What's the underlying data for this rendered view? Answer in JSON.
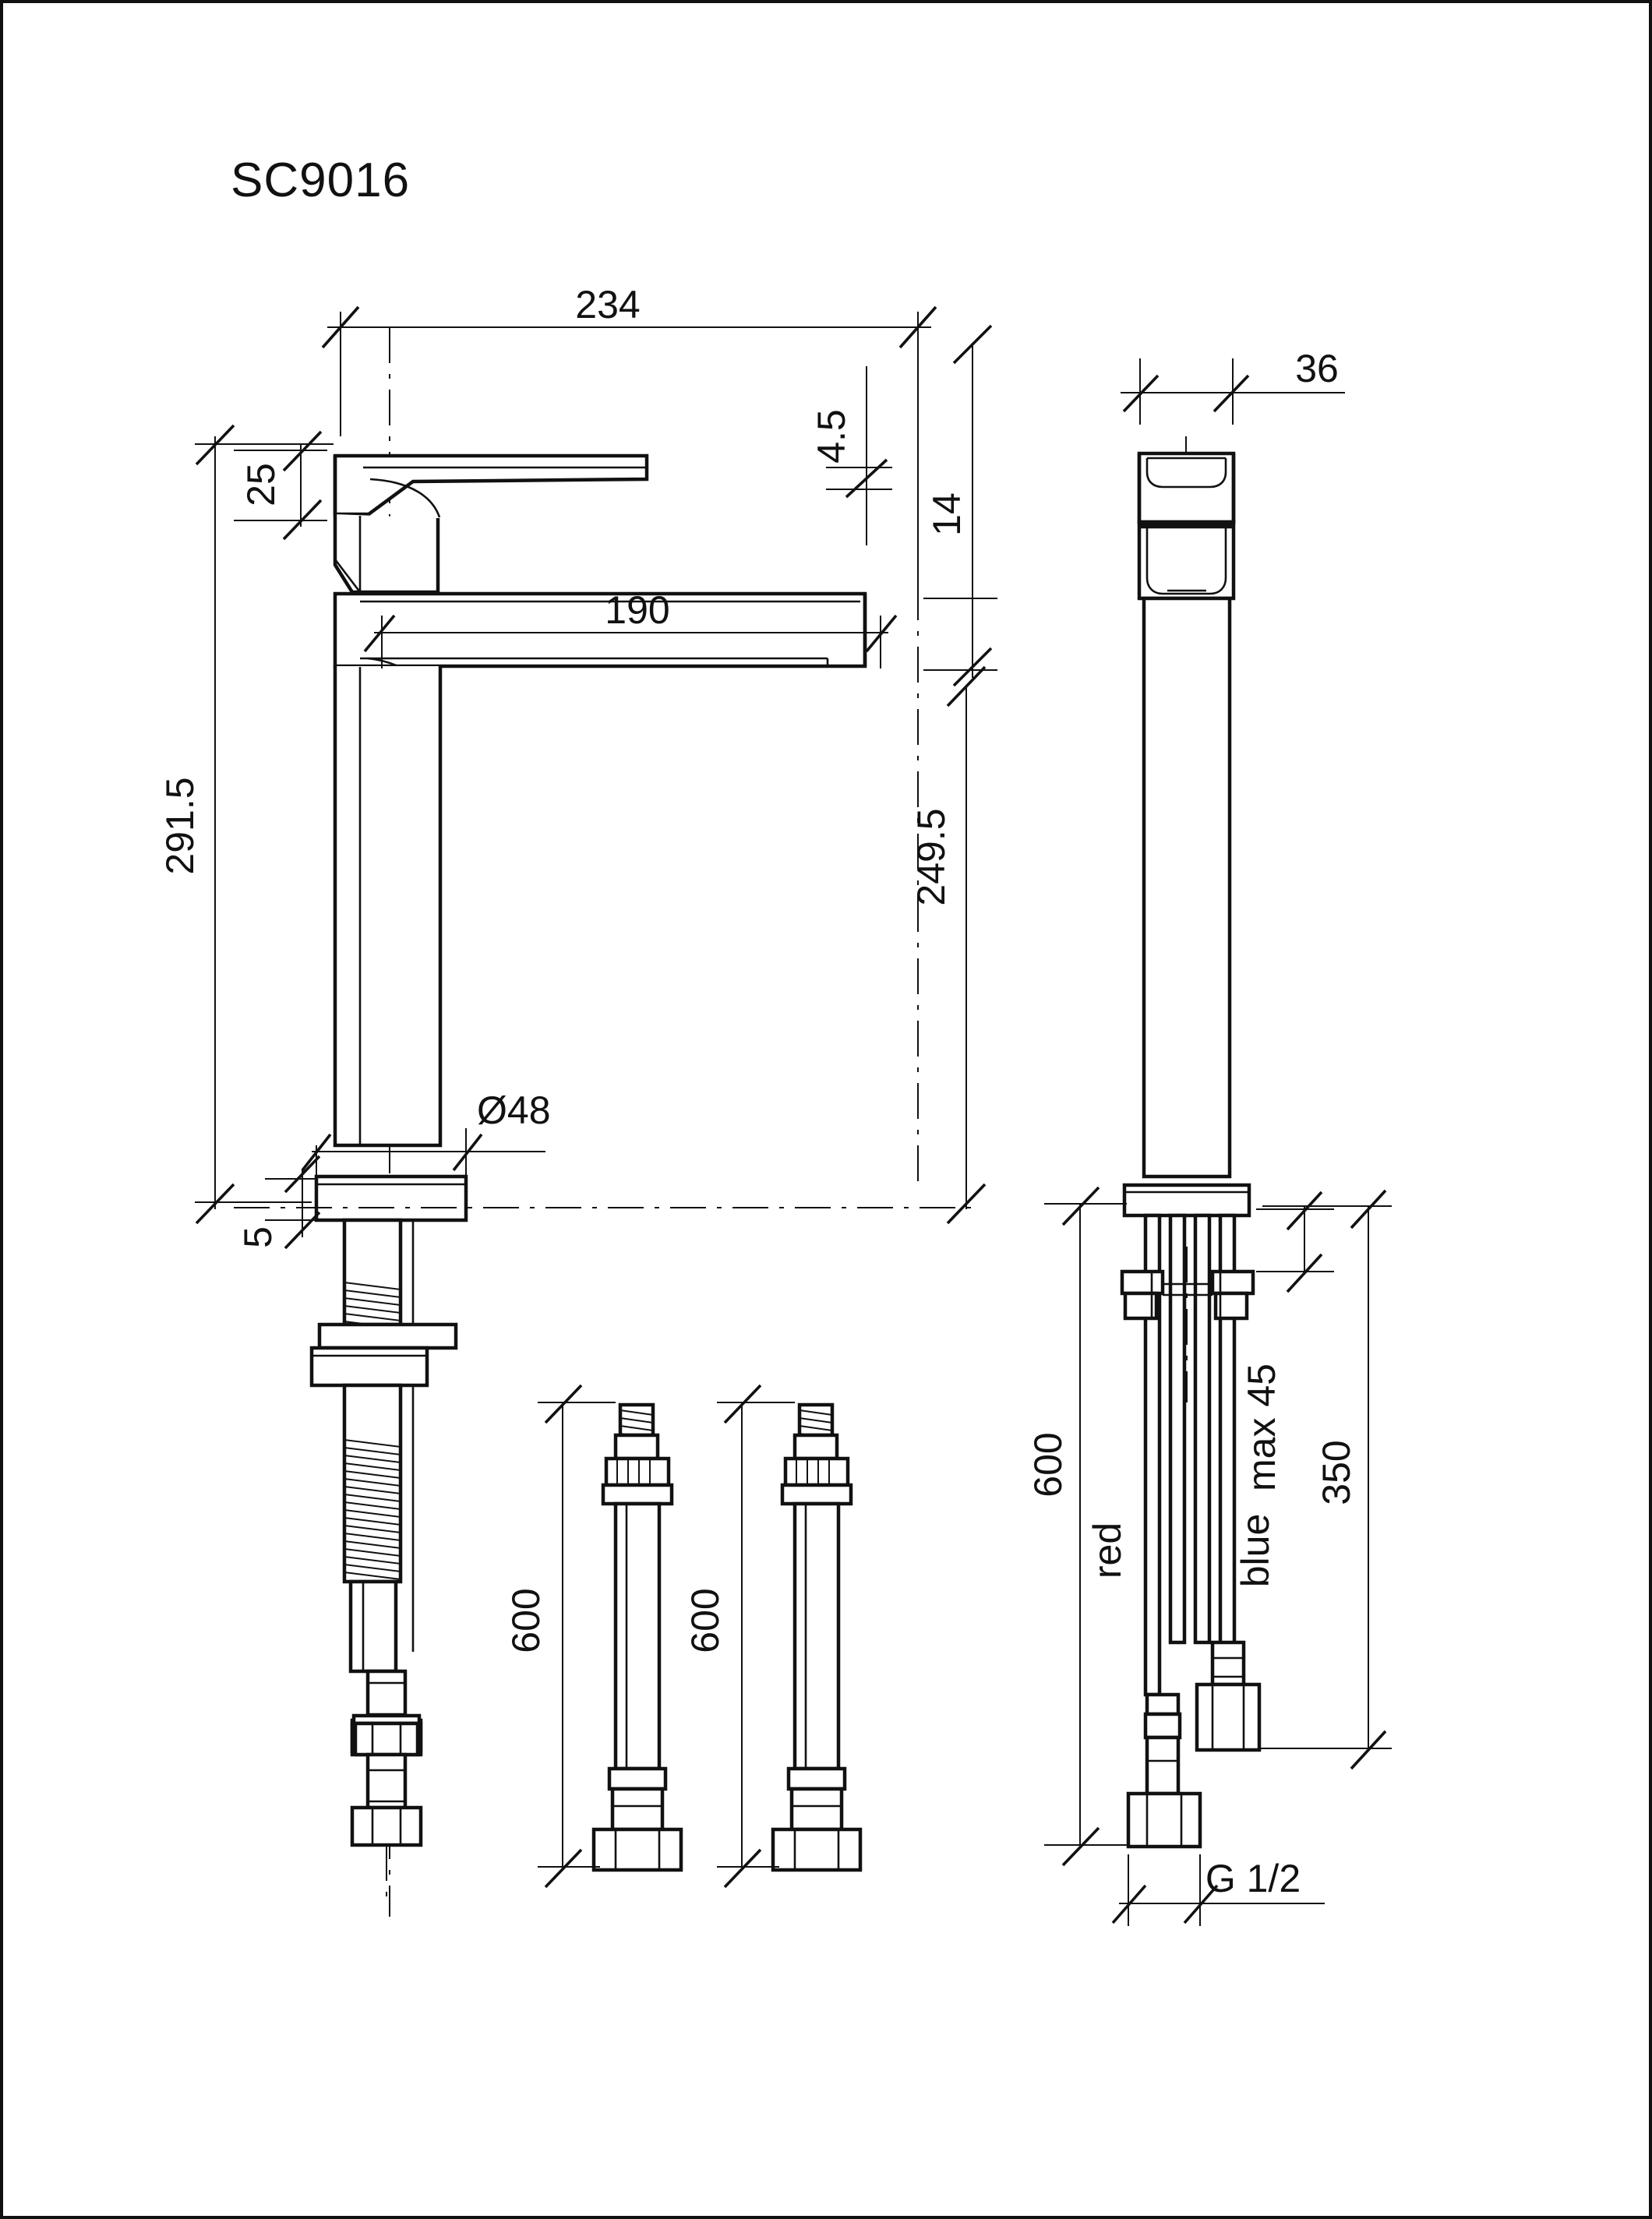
{
  "drawing": {
    "title": "SC9016",
    "type": "technical-dimension-drawing",
    "product": "single-lever tall basin mixer",
    "units": "mm",
    "line_color": "#111111",
    "background_color": "#ffffff"
  },
  "views": {
    "front": {
      "name": "front-elevation"
    },
    "side": {
      "name": "side-elevation"
    },
    "hoses": {
      "name": "supply-hose-details"
    }
  },
  "dimensions": {
    "front_overall_width": "234",
    "spout_reach": "190",
    "lever_height": "25",
    "spout_tip_thickness": "4.5",
    "spout_body_height": "14",
    "total_height": "291.5",
    "spout_height": "249.5",
    "base_diameter": "Ø48",
    "base_plate_thickness": "5",
    "side_width": "36",
    "hose_length_left": "600",
    "hose_length_right": "600",
    "supply_length": "600",
    "max_counter_thickness": "max 45",
    "mount_to_connection": "350",
    "thread_size": "G 1/2",
    "hot_label": "red",
    "cold_label": "blue"
  },
  "labels": [
    {
      "id": "d-234",
      "text": "234",
      "orientation": "horizontal"
    },
    {
      "id": "d-190",
      "text": "190",
      "orientation": "horizontal"
    },
    {
      "id": "d-25",
      "text": "25",
      "orientation": "vertical"
    },
    {
      "id": "d-45",
      "text": "4.5",
      "orientation": "vertical"
    },
    {
      "id": "d-14",
      "text": "14",
      "orientation": "vertical"
    },
    {
      "id": "d-2915",
      "text": "291.5",
      "orientation": "vertical"
    },
    {
      "id": "d-2495",
      "text": "249.5",
      "orientation": "vertical"
    },
    {
      "id": "d-d48",
      "text": "Ø48",
      "orientation": "horizontal"
    },
    {
      "id": "d-5",
      "text": "5",
      "orientation": "vertical"
    },
    {
      "id": "d-36",
      "text": "36",
      "orientation": "horizontal"
    },
    {
      "id": "d-600a",
      "text": "600",
      "orientation": "vertical"
    },
    {
      "id": "d-600b",
      "text": "600",
      "orientation": "vertical"
    },
    {
      "id": "d-600c",
      "text": "600",
      "orientation": "vertical"
    },
    {
      "id": "d-red",
      "text": "red",
      "orientation": "vertical"
    },
    {
      "id": "d-blue",
      "text": "blue",
      "orientation": "vertical"
    },
    {
      "id": "d-max45",
      "text": "max 45",
      "orientation": "vertical"
    },
    {
      "id": "d-350",
      "text": "350",
      "orientation": "vertical"
    },
    {
      "id": "d-g12",
      "text": "G 1/2",
      "orientation": "horizontal"
    }
  ]
}
